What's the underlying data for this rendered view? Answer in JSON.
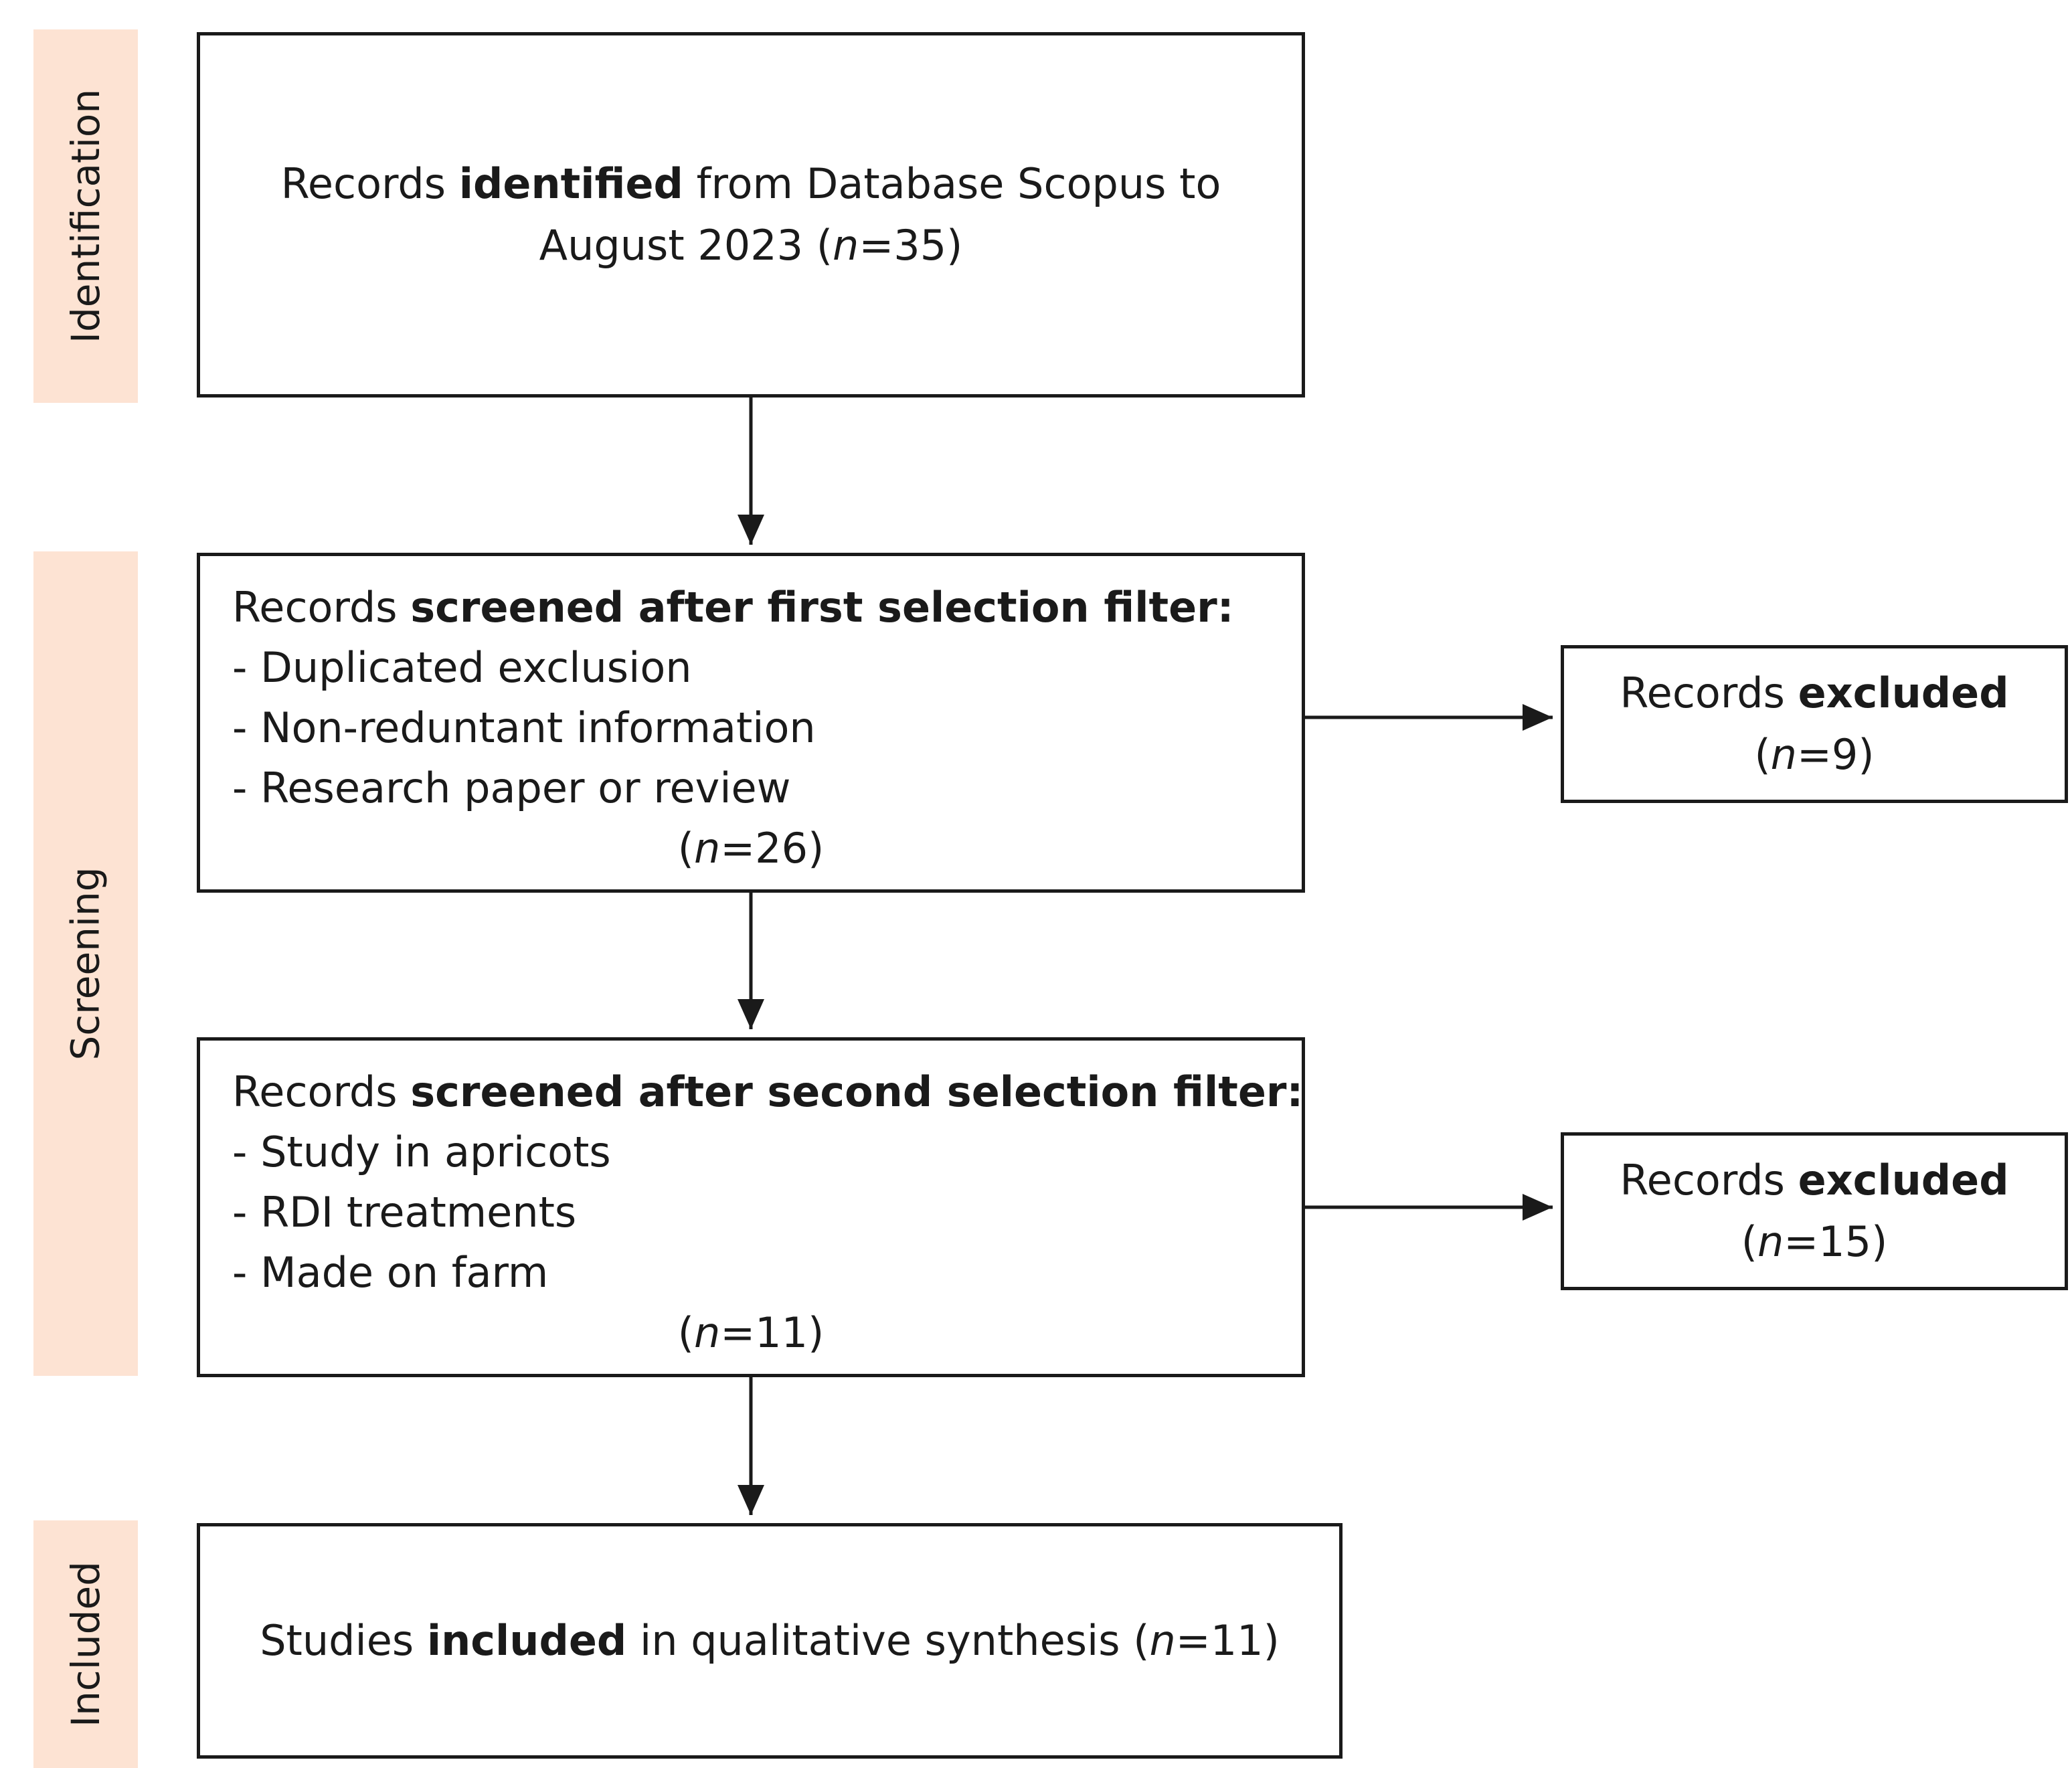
{
  "phases": {
    "identification": "Identification",
    "screening": "Screening",
    "included": "Included"
  },
  "identified_box": {
    "pre": "Records ",
    "bold": "identified",
    "post": " from Database Scopus to",
    "line2_pre": "August 2023 (",
    "n_var": "n",
    "line2_post": "=35)"
  },
  "first_filter_box": {
    "pre": "Records ",
    "bold": "screened after first selection filter:",
    "items": [
      "- Duplicated exclusion",
      "- Non-reduntant information",
      "- Research paper or review"
    ],
    "n_open": "(",
    "n_var": "n",
    "n_close": "=26)"
  },
  "excluded_1": {
    "pre": "Records ",
    "bold": "excluded",
    "n_open": "(",
    "n_var": "n",
    "n_close": "=9)"
  },
  "second_filter_box": {
    "pre": "Records ",
    "bold": "screened after second selection filter:",
    "items": [
      "- Study in apricots",
      "- RDI treatments",
      "- Made on farm"
    ],
    "n_open": "(",
    "n_var": "n",
    "n_close": "=11)"
  },
  "excluded_2": {
    "pre": "Records ",
    "bold": "excluded",
    "n_open": "(",
    "n_var": "n",
    "n_close": "=15)"
  },
  "included_box": {
    "pre": "Studies ",
    "bold": "included",
    "post": " in qualitative synthesis (",
    "n_var": "n",
    "n_close": "=11)"
  }
}
